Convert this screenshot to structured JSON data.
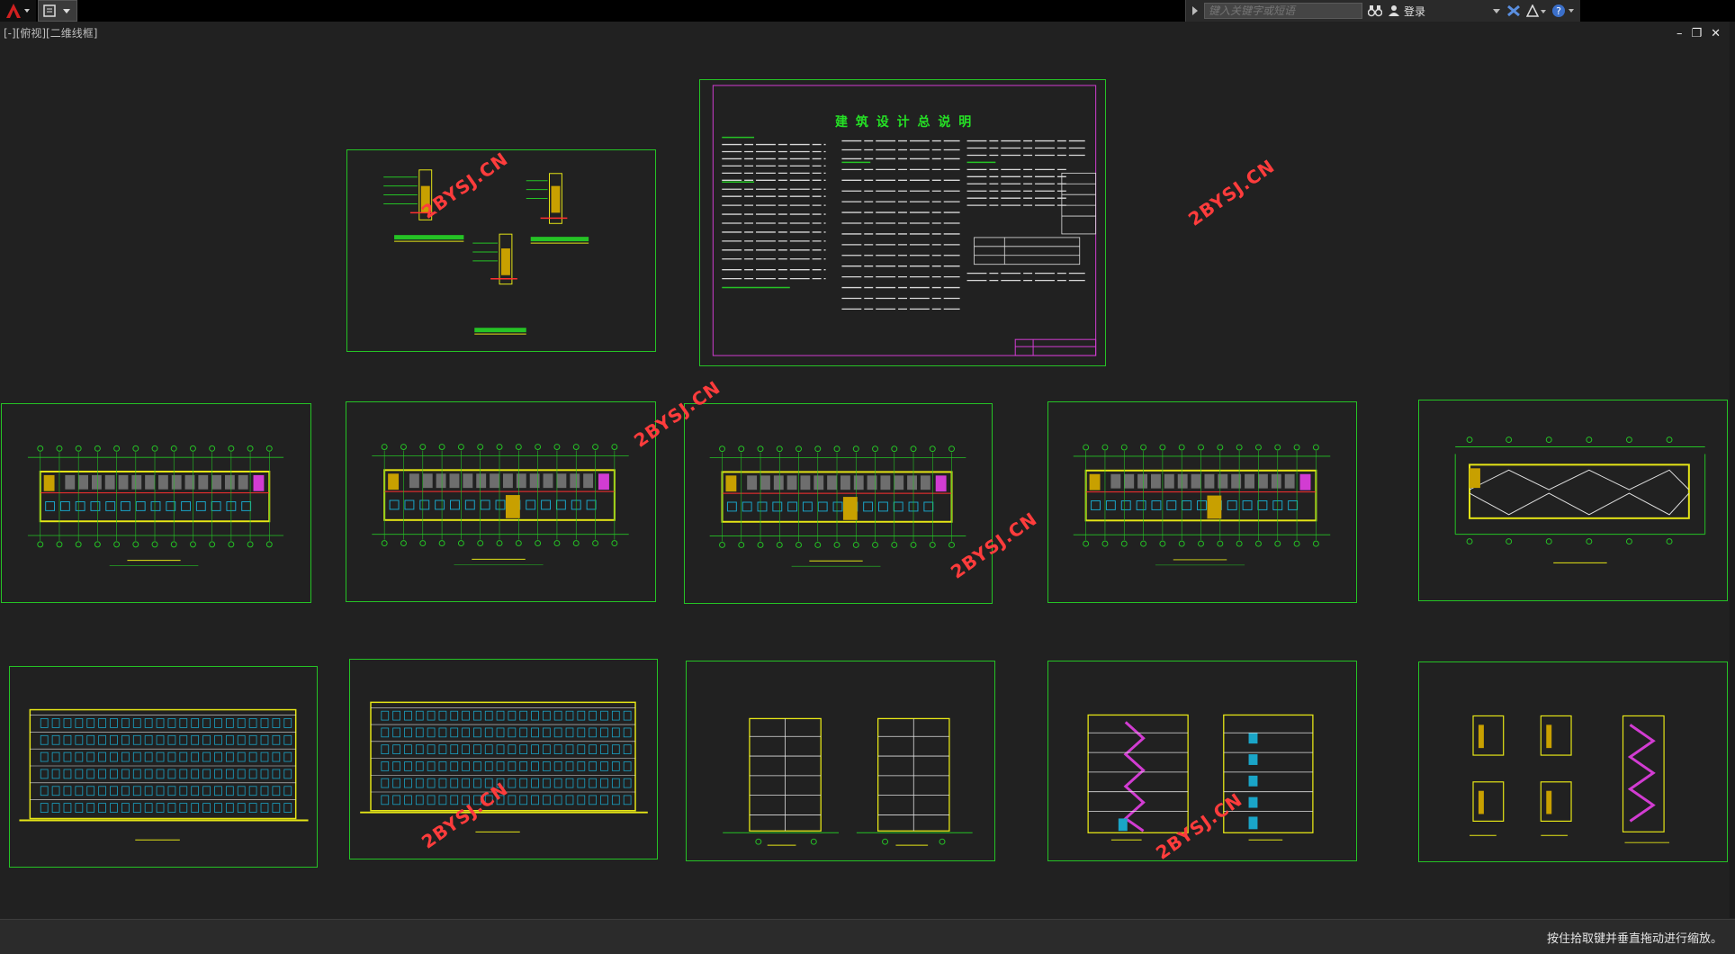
{
  "titlebar": {
    "search_placeholder": "键入关键字或短语",
    "login_label": "登录"
  },
  "viewport": {
    "label": "[-][俯视][二维线框]"
  },
  "window_controls": {
    "minimize": "–",
    "restore": "❐",
    "close": "✕"
  },
  "drawing": {
    "title": "建 筑 设 计 总 说 明",
    "watermark": "2BYSJ.CN"
  },
  "status": {
    "message": "按住拾取键并垂直拖动进行缩放。"
  },
  "colors": {
    "bg": "#212121",
    "frame": "#25c325",
    "wall": "#e6e616",
    "watermark": "#ff3c3c",
    "magenta": "#d23cd2"
  }
}
